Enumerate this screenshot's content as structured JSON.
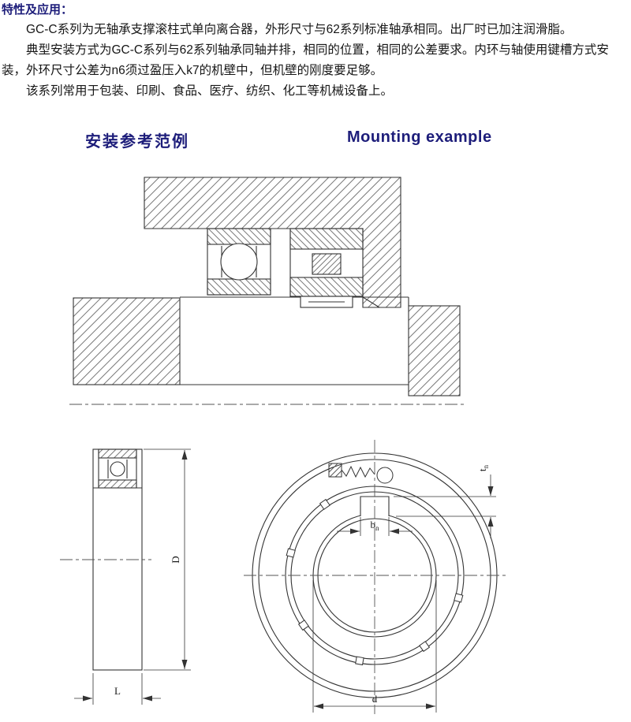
{
  "page": {
    "background": "#ffffff",
    "accent_color": "#1d1d7a"
  },
  "intro": {
    "heading": "特性及应用：",
    "paragraphs": [
      "GC-C系列为无轴承支撑滚柱式单向离合器，外形尺寸与62系列标准轴承相同。出厂时已加注润滑脂。",
      "典型安装方式为GC-C系列与62系列轴承同轴并排，相同的位置，相同的公差要求。内环与轴使用键槽方式安装，外环尺寸公差为n6须过盈压入k7的机壁中，但机壁的刚度要足够。",
      "该系列常用于包装、印刷、食品、医疗、纺织、化工等机械设备上。"
    ]
  },
  "section": {
    "title_zh": "安装参考范例",
    "title_en": "Mounting example"
  },
  "dimensions": {
    "outer_diameter": "D",
    "width": "L",
    "bore_diameter": "d",
    "keyway_width_main": "b",
    "keyway_width_sub": "n",
    "keyway_depth_main": "t",
    "keyway_depth_sub": "n"
  }
}
